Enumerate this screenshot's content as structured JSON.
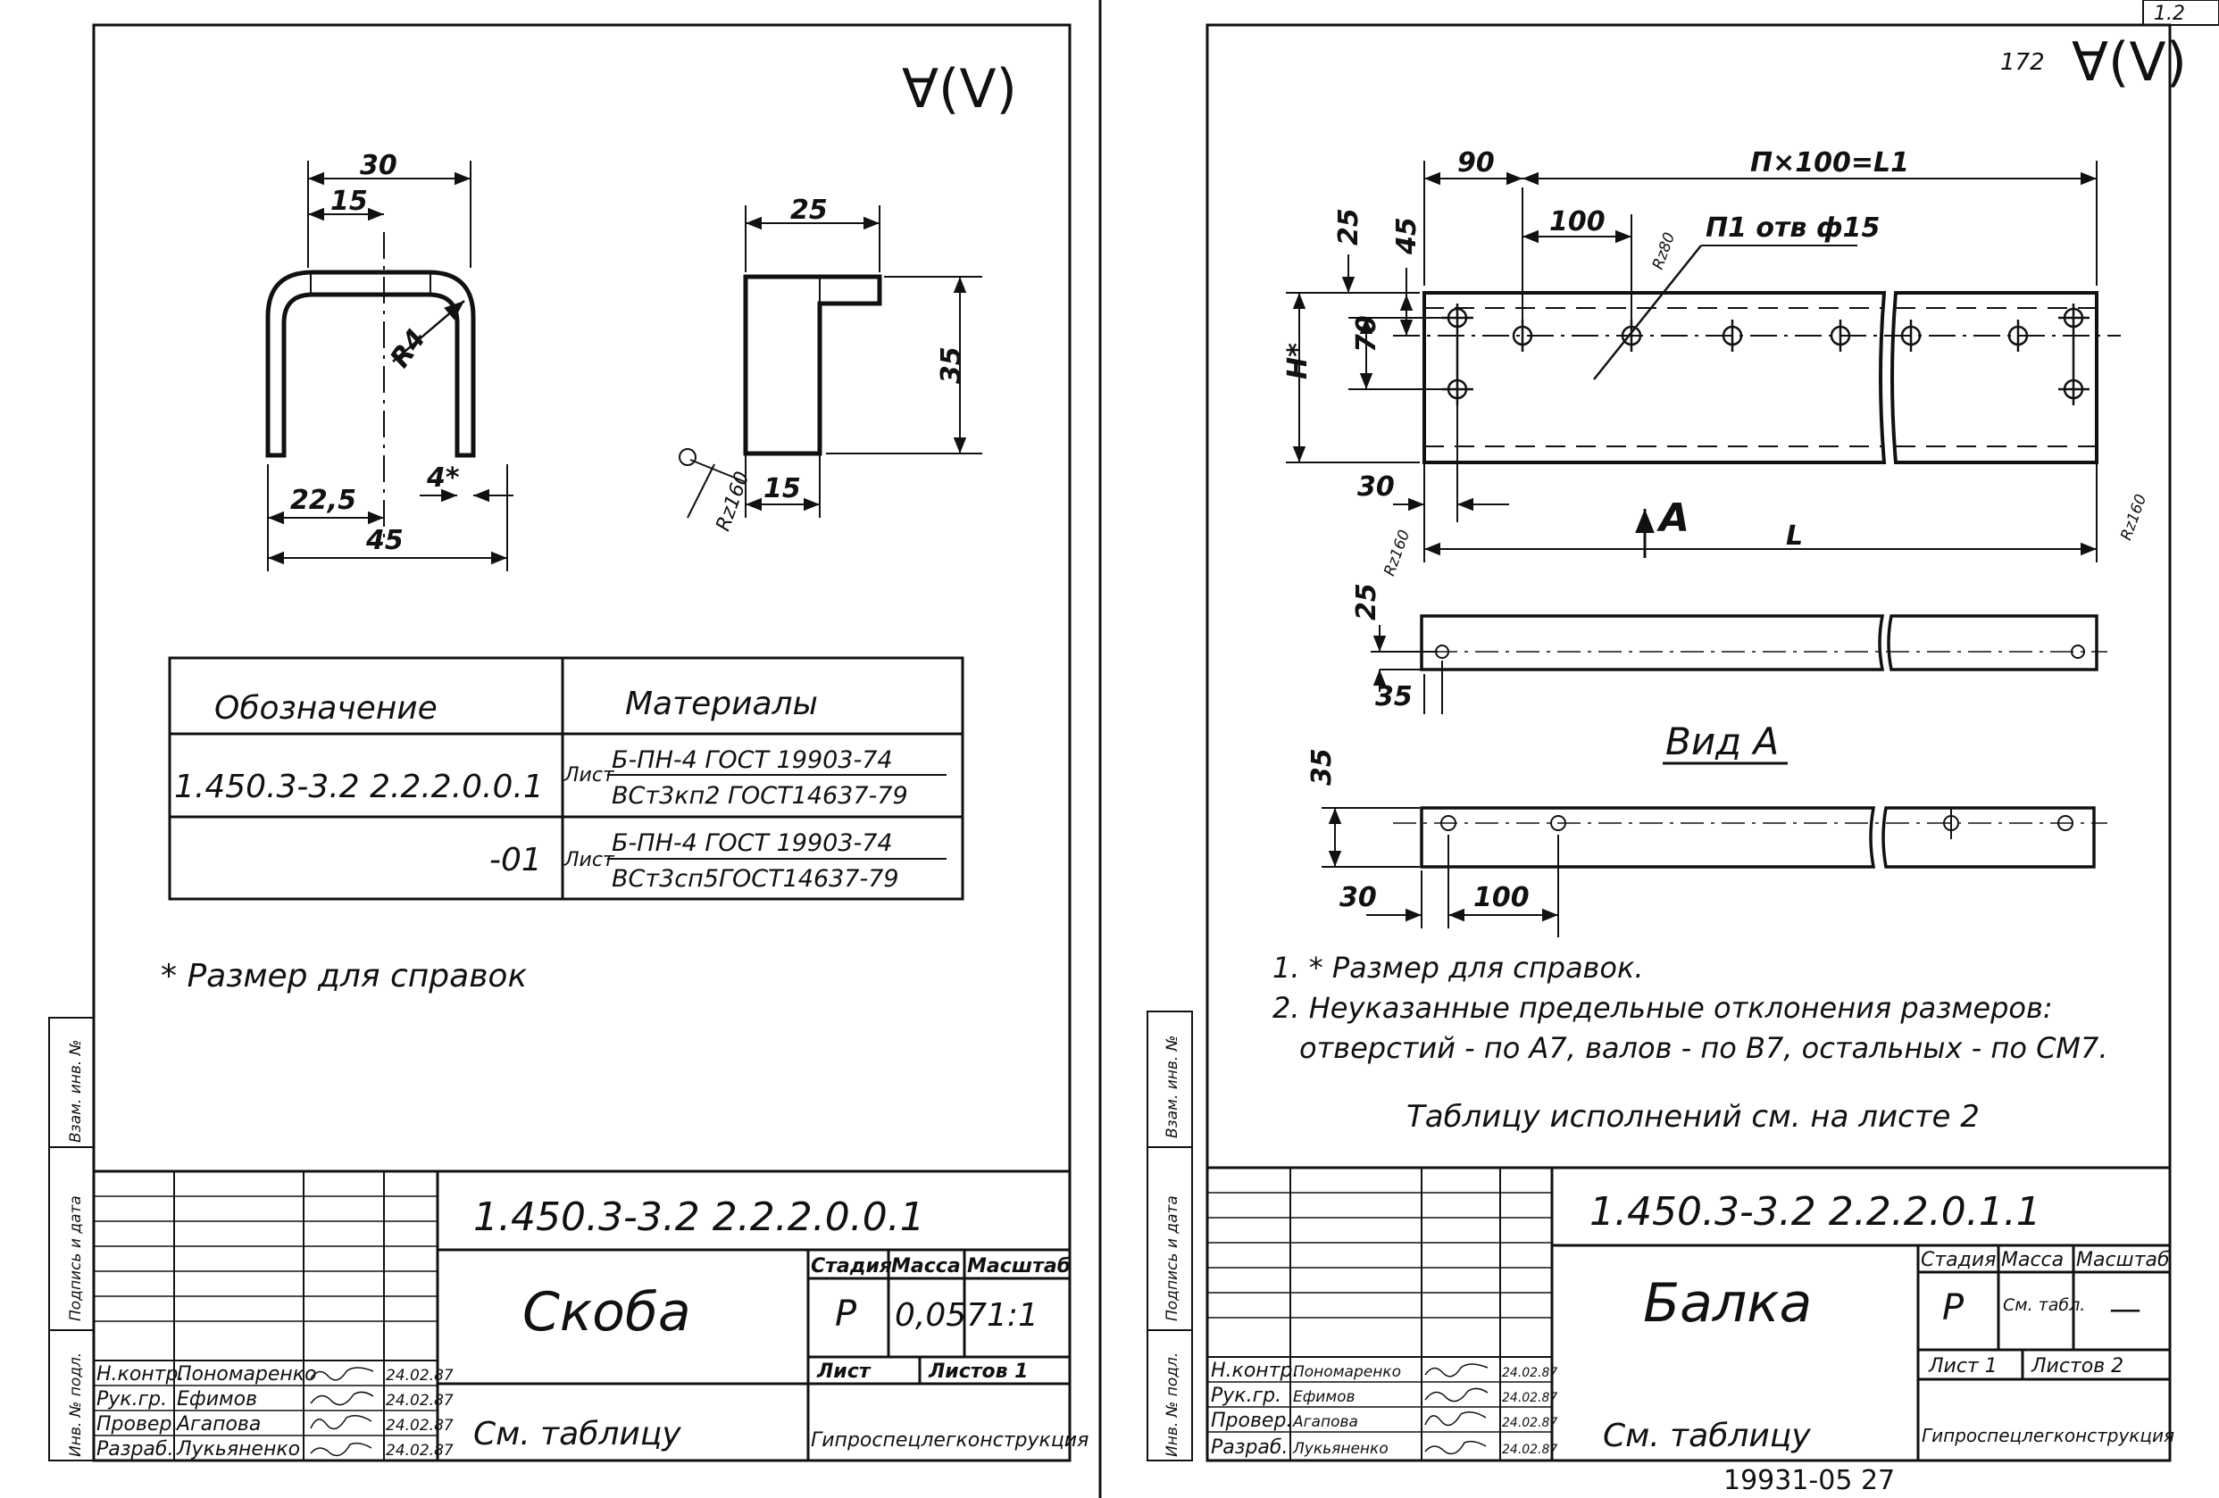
{
  "left_sheet": {
    "roughness_mark": "∀(V)",
    "dims": {
      "width_30": "30",
      "half_15": "15",
      "radius": "R4",
      "inner_4": "4*",
      "offset_22_5": "22,5",
      "overall_45": "45",
      "side_25": "25",
      "height_35": "35",
      "bottom_15": "15",
      "rz": "Rz160"
    },
    "table": {
      "header_designation": "Обозначение",
      "header_materials": "Материалы",
      "rows": [
        {
          "designation": "1.450.3-3.2  2.2.2.0.0.1",
          "kind": "Лист",
          "mat_top": "Б-ПН-4 ГОСТ 19903-74",
          "mat_bottom": "ВСт3кп2 ГОСТ14637-79"
        },
        {
          "designation": "-01",
          "kind": "Лист",
          "mat_top": "Б-ПН-4 ГОСТ 19903-74",
          "mat_bottom": "ВСт3сп5ГОСТ14637-79"
        }
      ]
    },
    "note": "* Размер для справок",
    "side_stamps": [
      "Инв. № подл.",
      "Подпись и дата",
      "Взам. инв. №"
    ],
    "title_block": {
      "code": "1.450.3-3.2  2.2.2.0.0.1",
      "name": "Скоба",
      "see_table": "См. таблицу",
      "stage_label": "Стадия",
      "mass_label": "Масса",
      "scale_label": "Масштаб",
      "stage": "Р",
      "mass": "0,057",
      "scale": "1:1",
      "sheet_label": "Лист",
      "sheets_label": "Листов 1",
      "org": "Гипроспецлегконструкция",
      "staff": [
        {
          "role": "Н.контр.",
          "name": "Пономаренко",
          "date": "24.02.87"
        },
        {
          "role": "Рук.гр.",
          "name": "Ефимов",
          "date": "24.02.87"
        },
        {
          "role": "Провер.",
          "name": "Агапова",
          "date": "24.02.87"
        },
        {
          "role": "Разраб.",
          "name": "Лукьяненко",
          "date": "24.02.87"
        }
      ]
    }
  },
  "right_sheet": {
    "corner_number": "172",
    "page_tab": "1.2",
    "roughness_mark": "∀(V)",
    "dims": {
      "d90": "90",
      "formula": "П×100=L1",
      "d100": "100",
      "holes": "П1 отв ф15",
      "rz80": "Rz80",
      "d25": "25",
      "d45": "45",
      "d70": "70",
      "h": "H*",
      "d30": "30",
      "arrow_a": "A",
      "length": "L",
      "rz160a": "Rz160",
      "rz160b": "Rz160",
      "d25b": "25",
      "d35b": "35",
      "view_a": "Вид А",
      "d35c": "35",
      "d30c": "30",
      "d100c": "100"
    },
    "notes": [
      "1. * Размер для справок.",
      "2. Неуказанные предельные отклонения размеров:",
      "отверстий - по А7, валов - по В7, остальных - по СМ7."
    ],
    "table_ref": "Таблицу исполнений  см. на листе 2",
    "side_stamps": [
      "Инв. № подл.",
      "Подпись и дата",
      "Взам. инв. №"
    ],
    "title_block": {
      "code": "1.450.3-3.2  2.2.2.0.1.1",
      "name": "Балка",
      "see_table": "См. таблицу",
      "stage_label": "Стадия",
      "mass_label": "Масса",
      "scale_label": "Масштаб",
      "stage": "Р",
      "mass": "См. табл.",
      "scale": "—",
      "sheet_label": "Лист 1",
      "sheets_label": "Листов 2",
      "org": "Гипроспецлегконструкция",
      "staff": [
        {
          "role": "Н.контр.",
          "name": "Пономаренко",
          "date": "24.02.87"
        },
        {
          "role": "Рук.гр.",
          "name": "Ефимов",
          "date": "24.02.87"
        },
        {
          "role": "Провер.",
          "name": "Агапова",
          "date": "24.02.87"
        },
        {
          "role": "Разраб.",
          "name": "Лукьяненко",
          "date": "24.02.87"
        }
      ]
    },
    "footer_number": "19931-05    27"
  }
}
